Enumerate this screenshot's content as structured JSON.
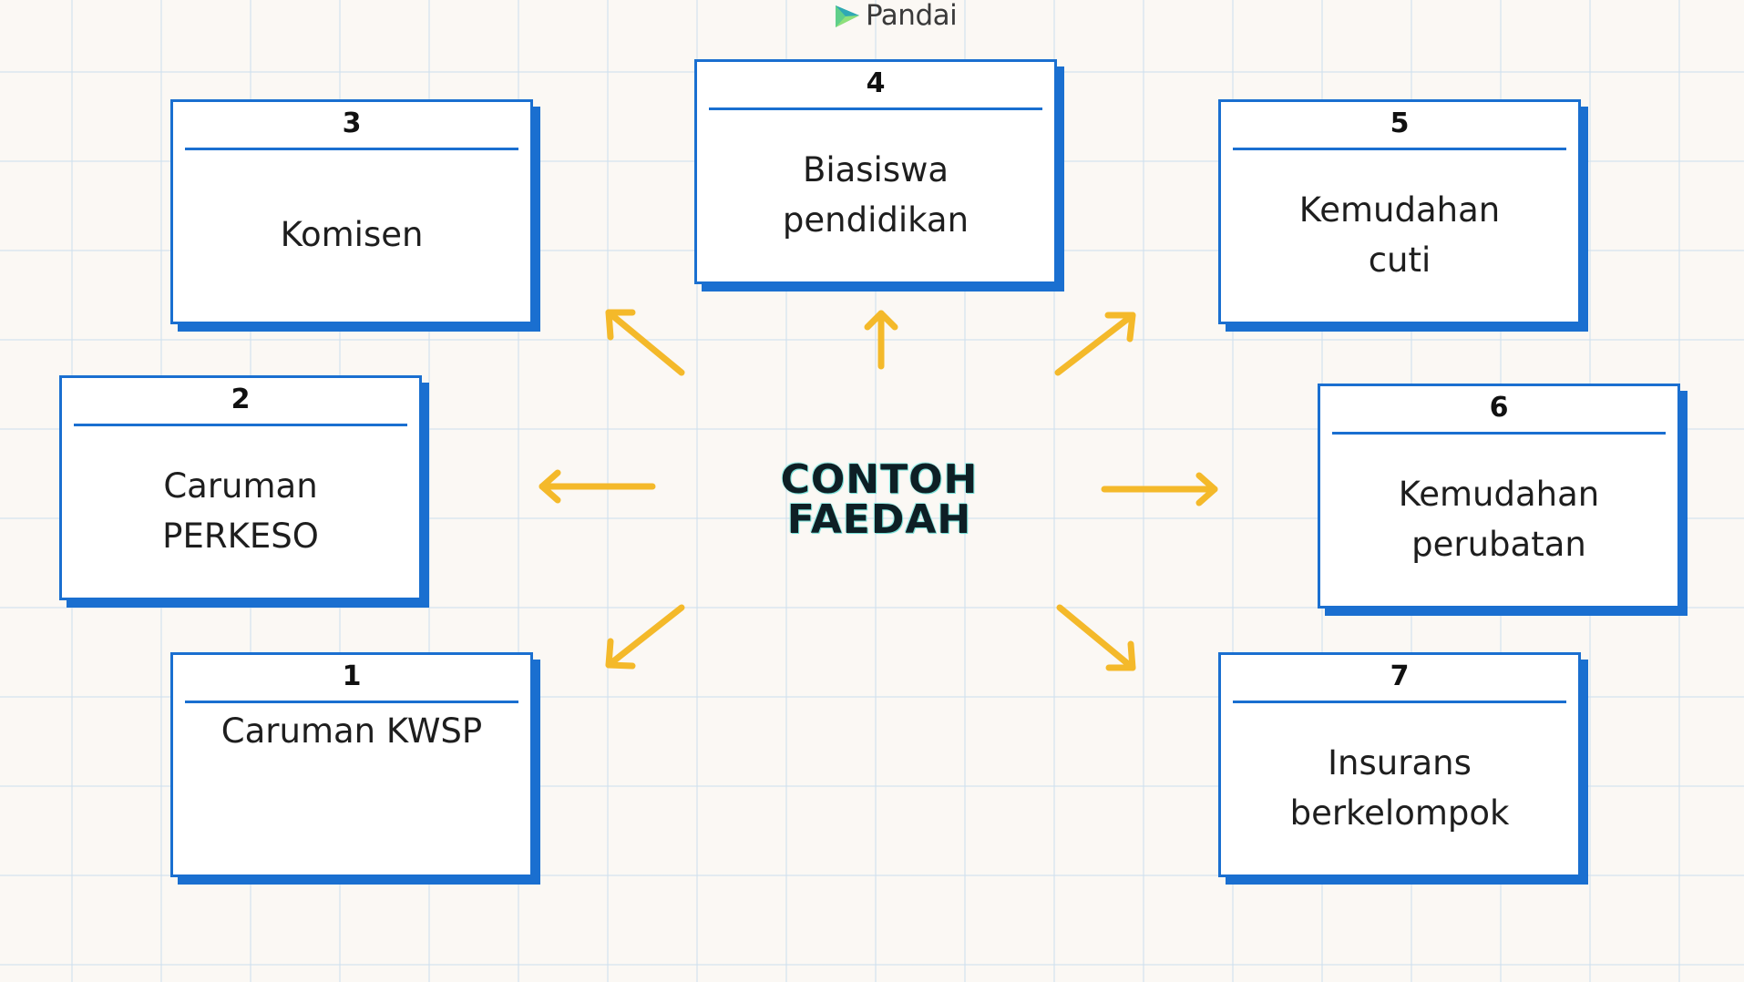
{
  "brand": {
    "name": "Pandai"
  },
  "center_label": "CONTOH\nFAEDAH",
  "colors": {
    "card_border": "#1a6fd0",
    "arrow": "#f4b92a",
    "background": "#fbf8f4"
  },
  "cards": [
    {
      "number": "1",
      "text": "Caruman KWSP"
    },
    {
      "number": "2",
      "text": "Caruman\nPERKESO"
    },
    {
      "number": "3",
      "text": "Komisen"
    },
    {
      "number": "4",
      "text": "Biasiswa\npendidikan"
    },
    {
      "number": "5",
      "text": "Kemudahan\ncuti"
    },
    {
      "number": "6",
      "text": "Kemudahan\nperubatan"
    },
    {
      "number": "7",
      "text": "Insurans\nberkelompok"
    }
  ]
}
